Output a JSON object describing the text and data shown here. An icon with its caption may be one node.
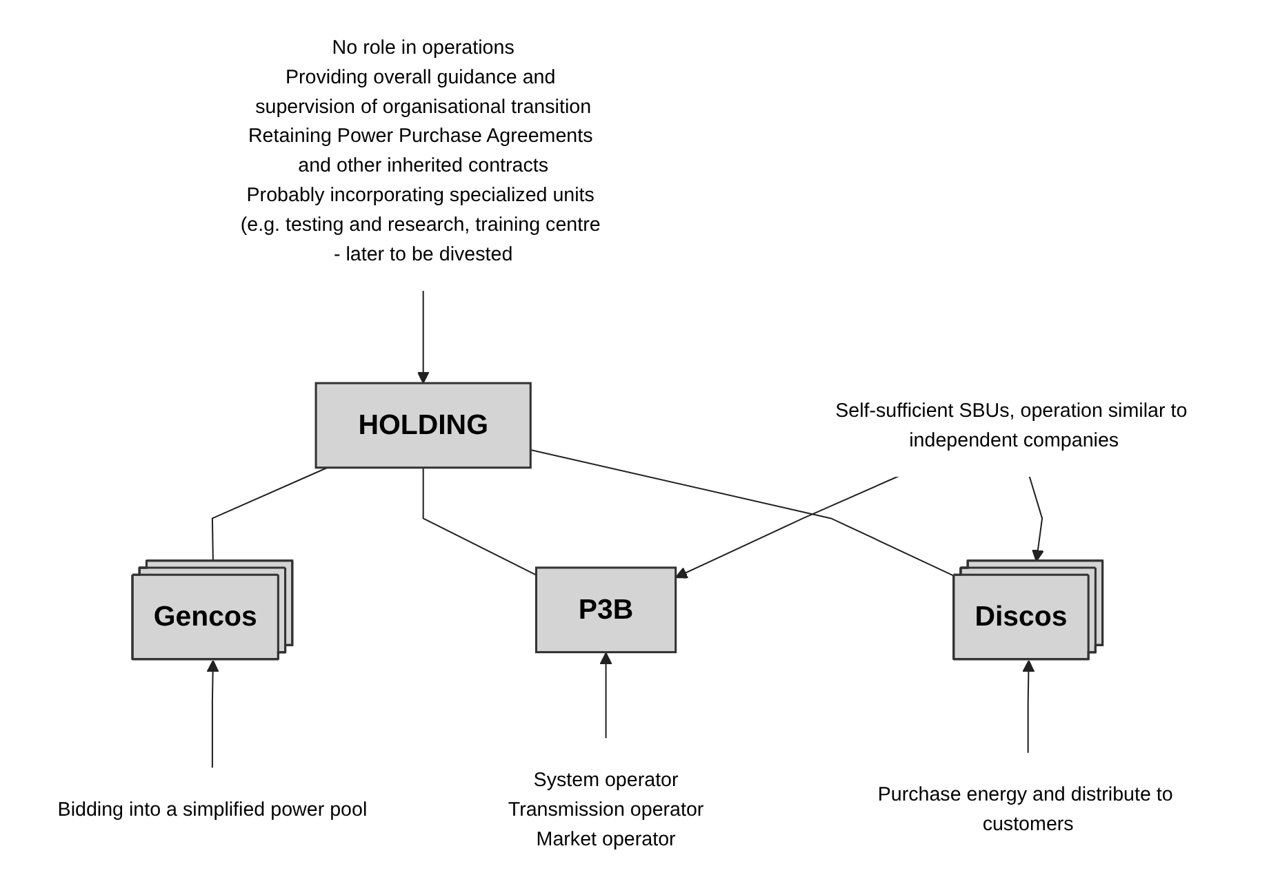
{
  "diagram": {
    "nodes": [
      {
        "text": [
          "HOLDING"
        ]
      },
      {
        "text": [
          "No role in operations",
          "Providing overall guidance and supervision of organisational transition",
          "Retaining Power Purchase Agreements and other inherited contracts",
          "Probably incorporating specialized units (e.g. testing and research, training centre - later to be divested"
        ]
      },
      {
        "text": [
          "Self-sufficient SBUs, operation similar to independent companies"
        ]
      },
      {
        "text": [
          "Gencos"
        ]
      },
      {
        "text": [
          "P3B"
        ]
      },
      {
        "text": [
          "Discos"
        ]
      },
      {
        "text": [
          "Bidding into a simplified power pool"
        ]
      },
      {
        "text": [
          "System operator",
          "Transmission operator",
          "Market operator"
        ]
      },
      {
        "text": [
          "Purchase energy and distribute to customers"
        ]
      }
    ],
    "edges": [
      {
        "from": 1,
        "to": 0,
        "arrow": "to"
      },
      {
        "from": 0,
        "to": 3,
        "arrow": "none"
      },
      {
        "from": 0,
        "to": 4,
        "arrow": "none"
      },
      {
        "from": 0,
        "to": 5,
        "arrow": "none"
      },
      {
        "from": 2,
        "to": 4,
        "arrow": "to"
      },
      {
        "from": 2,
        "to": 5,
        "arrow": "to"
      },
      {
        "from": 6,
        "to": 3,
        "arrow": "to"
      },
      {
        "from": 7,
        "to": 4,
        "arrow": "to"
      },
      {
        "from": 8,
        "to": 5,
        "arrow": "to"
      }
    ]
  }
}
